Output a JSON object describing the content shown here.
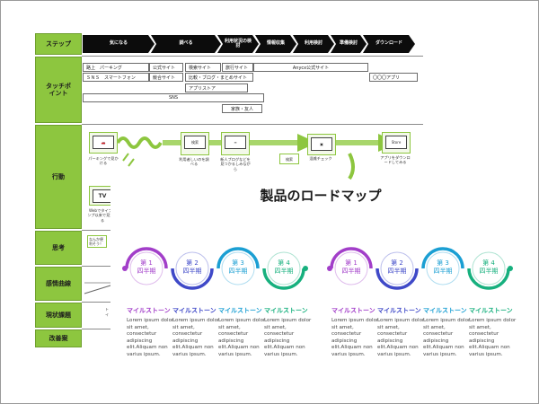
{
  "journey": {
    "row_labels": [
      "ステップ",
      "タッチポイント",
      "行動",
      "思考",
      "感情曲線",
      "現状課題",
      "改善案"
    ],
    "steps": [
      "気になる",
      "調べる",
      "利用状況の検討",
      "情報収集",
      "利用検討",
      "準備検討",
      "ダウンロード"
    ],
    "touchpoints": {
      "r1": [
        "路上　パーキング",
        "公式サイト",
        "検索サイト",
        "旅行サイト",
        "Anycx公式サイト"
      ],
      "r2": [
        "ＳＮＳ　スマートフォン",
        "競合サイト",
        "比較・ブログ・まとめサイト",
        "〇〇〇アプリ"
      ],
      "r3": [
        "アプリストア"
      ],
      "r4": [
        "SNS"
      ],
      "r5": [
        "家族・友人"
      ]
    },
    "actions": {
      "car": "パーキングで見かける",
      "search_label": "検索",
      "search_cap": "利用者しいのを調べる",
      "compare_cap": "新人ブログなどを見つかるしみながら",
      "pc_cap": "混雑チェック",
      "store_label": "Store",
      "store_cap": "アプリをダウンロードしてみる",
      "search2_label": "検索",
      "tv_label": "TV",
      "tv_cap": "Webでタイプインプ以来で見かける"
    },
    "think_note": "なんか便利そう！",
    "issue_note": "ト\nイ"
  },
  "roadmap": {
    "title": "製品のロードマップ",
    "groups": [
      {
        "quarters": [
          "第 1\n四半期",
          "第 2\n四半期",
          "第 3\n四半期",
          "第 4\n四半期"
        ],
        "milestones": [
          "マイルストーン",
          "マイルストーン",
          "マイルストーン",
          "マイルストーン"
        ],
        "texts": [
          "Lorem ipsum dolor sit amet, consectetur adipiscing elit.Aliquam non varius ipsum.",
          "Lorem ipsum dolor sit amet, consectetur adipiscing elit.Aliquam non varius ipsum.",
          "Lorem ipsum dolor sit amet, consectetur adipiscing elit.Aliquam non varius ipsum.",
          "Lorem ipsum dolor sit amet, consectetur adipiscing elit.Aliquam non varius ipsum."
        ]
      },
      {
        "quarters": [
          "第 1\n四半期",
          "第 2\n四半期",
          "第 3\n四半期",
          "第 4\n四半期"
        ],
        "milestones": [
          "マイルストーン",
          "マイルストーン",
          "マイルストーン",
          "マイルストーン"
        ],
        "texts": [
          "Lorem ipsum dolor sit amet, consectetur adipiscing elit.Aliquam non varius ipsum.",
          "Lorem ipsum dolor sit amet, consectetur adipiscing elit.Aliquam non varius ipsum.",
          "Lorem ipsum dolor sit amet, consectetur adipiscing elit.Aliquam non varius ipsum.",
          "Lorem ipsum dolor sit amet, consectetur adipiscing elit.Aliquam non varius ipsum."
        ]
      }
    ],
    "colors": [
      "#a23ec9",
      "#3f49c8",
      "#1b9fd3",
      "#17b07e"
    ]
  },
  "colors": {
    "green": "#8dc63f",
    "dark_green": "#6e9f2d"
  }
}
